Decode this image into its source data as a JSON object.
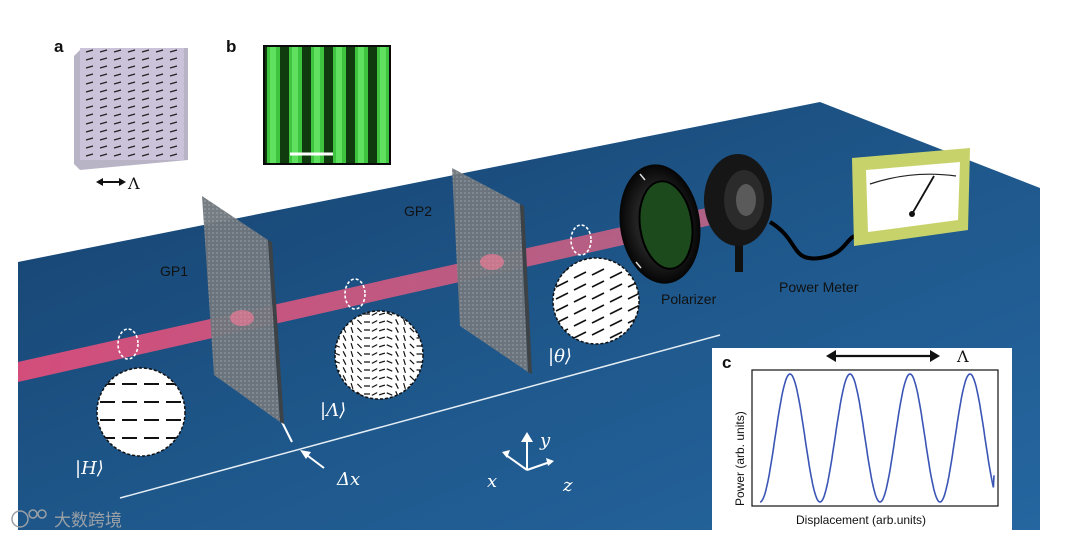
{
  "panels": {
    "a": "a",
    "b": "b",
    "c": "c"
  },
  "labels": {
    "gp1": "GP1",
    "gp2": "GP2",
    "polarizer": "Polarizer",
    "power_meter": "Power Meter",
    "period_a": "Λ",
    "period_c": "Λ",
    "delta_x": "Δx"
  },
  "states": {
    "h_state": "|H⟩",
    "lambda_state": "|Λ⟩",
    "theta_state": "|θ⟩"
  },
  "axes": {
    "x": "x",
    "y": "y",
    "z": "z"
  },
  "plot": {
    "xlabel": "Displacement (arb.units)",
    "ylabel": "Power (arb. units)"
  },
  "watermark": "大数跨境",
  "colors": {
    "table": "#1d4f80",
    "beam": "#ff3b6b",
    "meter_frame": "#c7d36a",
    "curve": "#3b55b5"
  },
  "chart_data": {
    "type": "line",
    "xlabel": "Displacement (arb.units)",
    "ylabel": "Power (arb. units)",
    "series": [
      {
        "cycles": 3.9,
        "phase_start": "minimum",
        "shape": "sinusoid"
      }
    ]
  }
}
